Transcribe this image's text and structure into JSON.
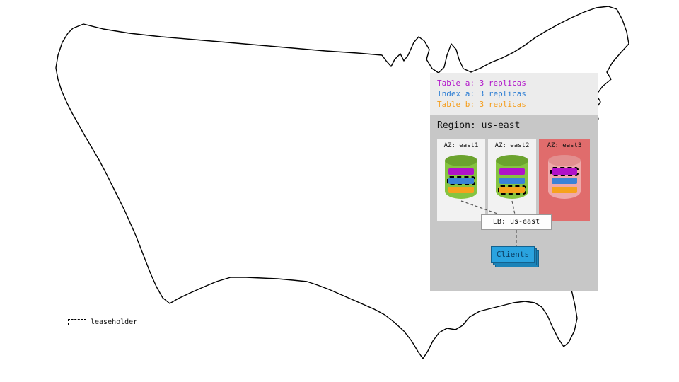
{
  "legend": {
    "items": [
      {
        "id": "table-a",
        "label": "Table a: 3 replicas",
        "color": "#b012c9"
      },
      {
        "id": "index-a",
        "label": "Index a: 3 replicas",
        "color": "#2e7ed3"
      },
      {
        "id": "table-b",
        "label": "Table b: 3 replicas",
        "color": "#f59d1a"
      }
    ]
  },
  "region": {
    "title": "Region: us-east",
    "azs": [
      {
        "label": "AZ: east1",
        "failed": false,
        "leaseholder": "index-a"
      },
      {
        "label": "AZ: east2",
        "failed": false,
        "leaseholder": "table-b"
      },
      {
        "label": "AZ: east3",
        "failed": true,
        "leaseholder": "table-a"
      }
    ],
    "load_balancer": {
      "label": "LB: us-east"
    },
    "clients": {
      "label": "Clients"
    }
  },
  "map_legend": {
    "leaseholder_label": "leaseholder"
  },
  "colors": {
    "table_a": "#b012c9",
    "index_a": "#3b82d6",
    "table_b": "#f6a21d",
    "healthy_node": "#85c440",
    "failed_az": "#e06c6c",
    "failed_node": "#efa9a9",
    "clients_blue": "#2aa3df",
    "legend_bg": "#ececec",
    "region_bg": "#c7c7c7"
  }
}
